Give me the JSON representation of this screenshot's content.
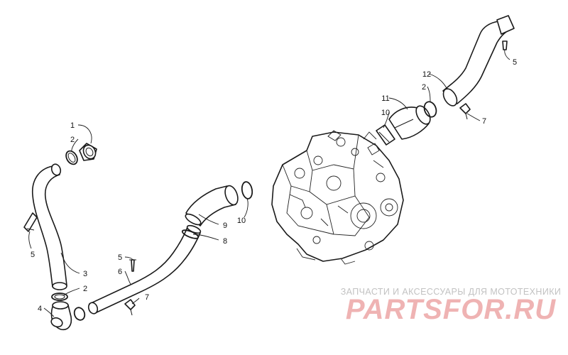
{
  "callouts": [
    {
      "id": "c1",
      "text": "1"
    },
    {
      "id": "c2a",
      "text": "2"
    },
    {
      "id": "c5a",
      "text": "5"
    },
    {
      "id": "c3",
      "text": "3"
    },
    {
      "id": "c2b",
      "text": "2"
    },
    {
      "id": "c4",
      "text": "4"
    },
    {
      "id": "c5b",
      "text": "5"
    },
    {
      "id": "c6",
      "text": "6"
    },
    {
      "id": "c7a",
      "text": "7"
    },
    {
      "id": "c9",
      "text": "9"
    },
    {
      "id": "c8",
      "text": "8"
    },
    {
      "id": "c10a",
      "text": "10"
    },
    {
      "id": "c11",
      "text": "11"
    },
    {
      "id": "c10b",
      "text": "10"
    },
    {
      "id": "c12",
      "text": "12"
    },
    {
      "id": "c2c",
      "text": "2"
    },
    {
      "id": "c5c",
      "text": "5"
    },
    {
      "id": "c7b",
      "text": "7"
    }
  ],
  "watermark": {
    "tagline": "ЗАПЧАСТИ И АКСЕССУАРЫ ДЛЯ МОТОТЕХНИКИ",
    "logo": "PARTSFOR.RU"
  },
  "colors": {
    "line": "#1a1a1a",
    "watermark_text": "#c2c2c2",
    "watermark_logo": "#efb3b3"
  }
}
